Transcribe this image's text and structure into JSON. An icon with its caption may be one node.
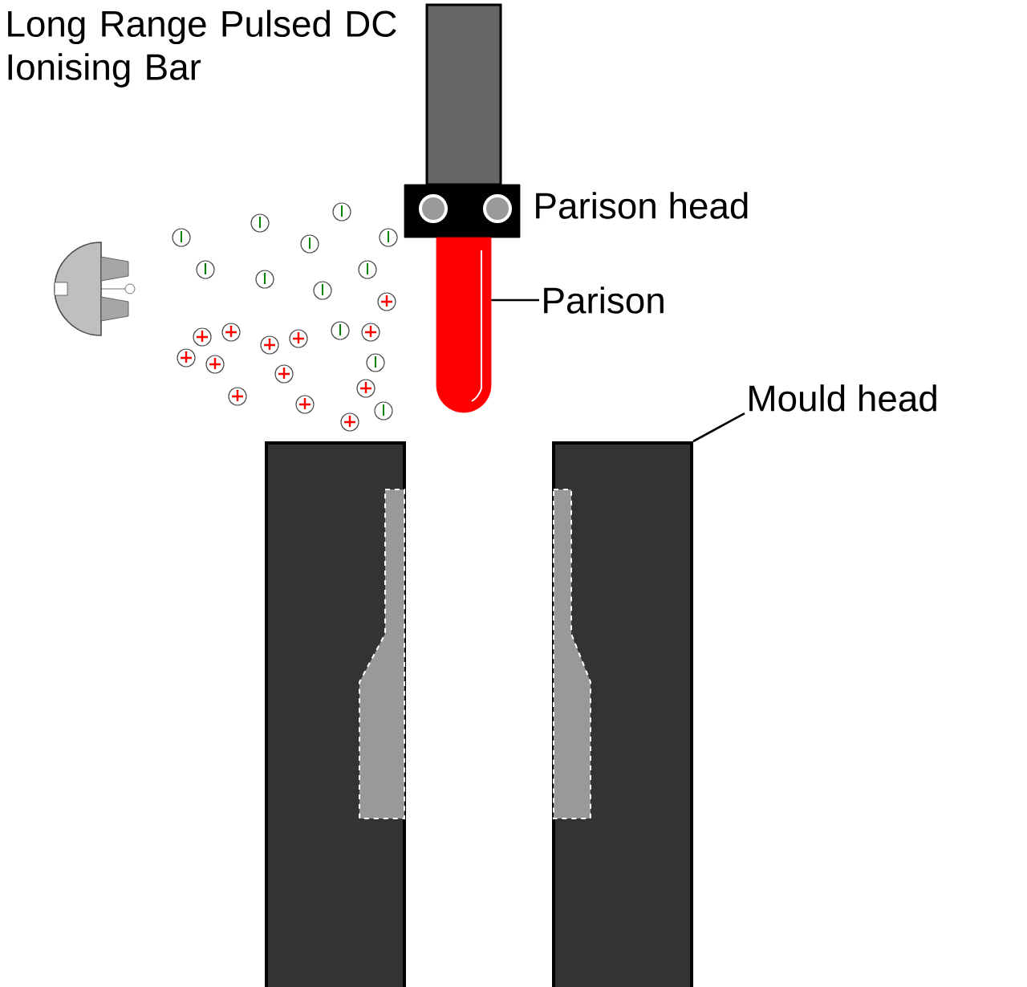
{
  "diagram": {
    "nodes": [
      {
        "text": [
          "Parison"
        ]
      },
      {
        "text": [],
        "shape": "cylinder"
      },
      {
        "text": [
          "Mould head"
        ]
      },
      {
        "text": [],
        "shape": "box"
      },
      {
        "text": [],
        "shape": "box"
      }
    ],
    "edges": [
      {
        "from": 0,
        "to": 1,
        "arrow": "none"
      },
      {
        "from": 2,
        "to": 4,
        "arrow": "none"
      }
    ],
    "labels": [
      "Long Range Pulsed DC Ionising Bar",
      "Parison head"
    ]
  }
}
